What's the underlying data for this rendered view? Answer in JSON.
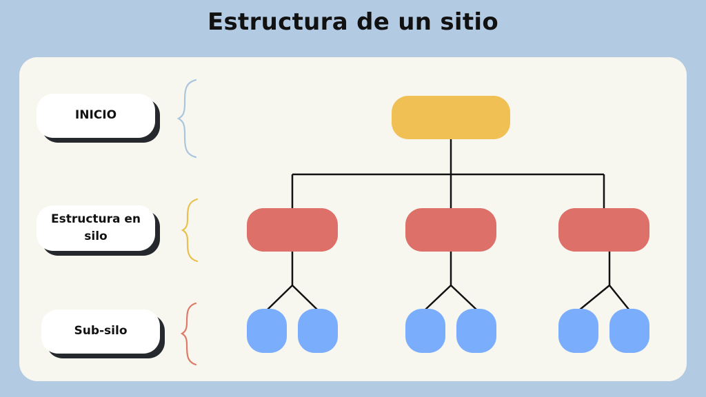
{
  "title": "Estructura de un sitio",
  "levels": [
    {
      "label": "INICIO",
      "brace_color": "#a9c6dc"
    },
    {
      "label": "Estructura en silo",
      "brace_color": "#e8c14e"
    },
    {
      "label": "Sub-silo",
      "brace_color": "#de7a68"
    }
  ],
  "colors": {
    "background": "#b3cae3",
    "panel": "#f7f7ef",
    "home_node": "#f0c054",
    "silo_node": "#dd7068",
    "subsilo_node": "#7aaefc",
    "connector": "#111111"
  }
}
